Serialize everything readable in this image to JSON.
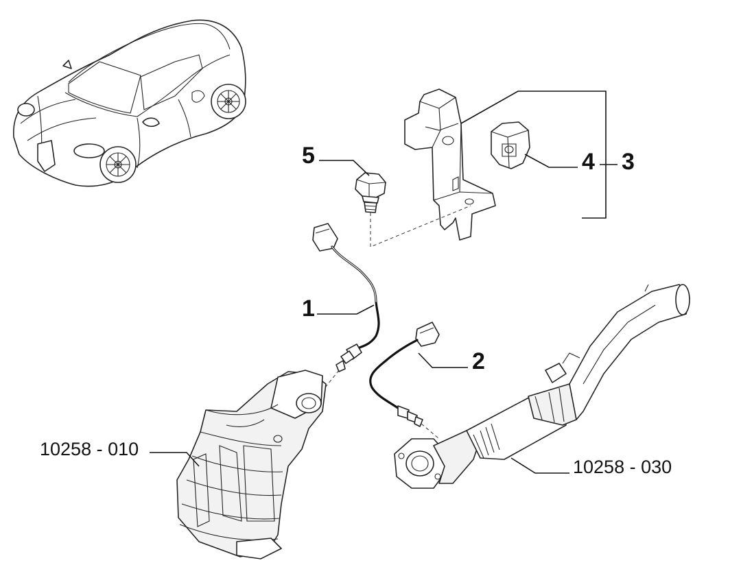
{
  "callouts": {
    "c1": "1",
    "c2": "2",
    "c3": "3",
    "c4": "4",
    "c5": "5"
  },
  "references": {
    "r010": "10258 - 010",
    "r030": "10258 - 030"
  },
  "icons": [
    "car-thumbnail-icon",
    "catalytic-converter-icon",
    "exhaust-pipe-icon",
    "lambda-sensor-icon",
    "bracket-icon",
    "clip-icon",
    "bolt-icon"
  ]
}
